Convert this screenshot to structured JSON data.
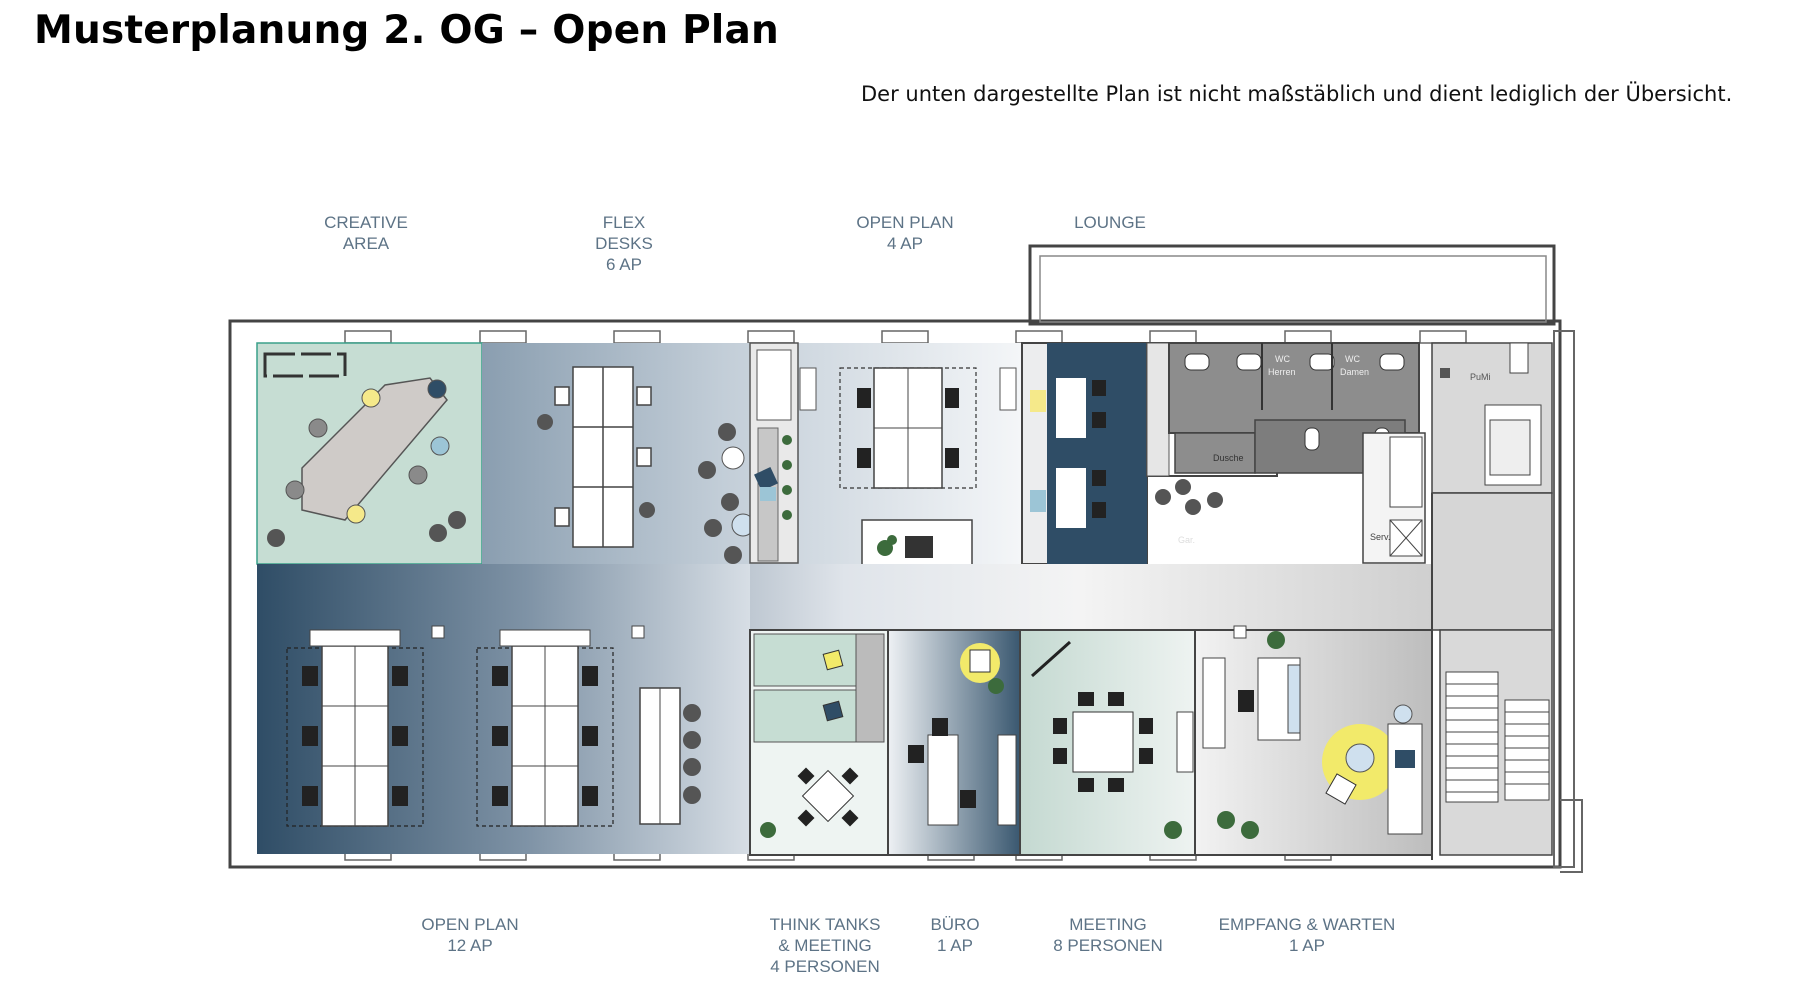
{
  "header": {
    "title": "Musterplanung 2. OG – Open Plan",
    "disclaimer": "Der unten dargestellte Plan ist nicht maßstäblich und dient lediglich der Übersicht."
  },
  "zones_top": [
    {
      "id": "creative-area",
      "lines": [
        "CREATIVE",
        "AREA"
      ]
    },
    {
      "id": "flex-desks",
      "lines": [
        "FLEX",
        "DESKS",
        "6 AP"
      ]
    },
    {
      "id": "open-plan-4",
      "lines": [
        "OPEN PLAN",
        "4 AP"
      ]
    },
    {
      "id": "lounge",
      "lines": [
        "LOUNGE"
      ]
    }
  ],
  "zones_bottom": [
    {
      "id": "open-plan-12",
      "lines": [
        "OPEN PLAN",
        "12 AP"
      ]
    },
    {
      "id": "think-tanks",
      "lines": [
        "THINK TANKS",
        "& MEETING",
        "4 PERSONEN"
      ]
    },
    {
      "id": "buero",
      "lines": [
        "BÜRO",
        "1 AP"
      ]
    },
    {
      "id": "meeting",
      "lines": [
        "MEETING",
        "8 PERSONEN"
      ]
    },
    {
      "id": "empfang",
      "lines": [
        "EMPFANG & WARTEN",
        "1 AP"
      ]
    }
  ],
  "room_tags": {
    "wc_herren": [
      "WC",
      "Herren"
    ],
    "wc_damen": [
      "WC",
      "Damen"
    ],
    "pumi": "PuMi",
    "dusche": "Dusche",
    "server": "Serv.",
    "gar": "Gar."
  },
  "colors": {
    "navy": "#2f4d66",
    "creative_area": "#c6ddd3",
    "wall": "#555555",
    "label": "#5d7386",
    "accent_yellow": "#f2ea6a"
  },
  "icons": [
    "plant-icon",
    "armchair-icon",
    "office-chair-icon",
    "stool-icon"
  ]
}
